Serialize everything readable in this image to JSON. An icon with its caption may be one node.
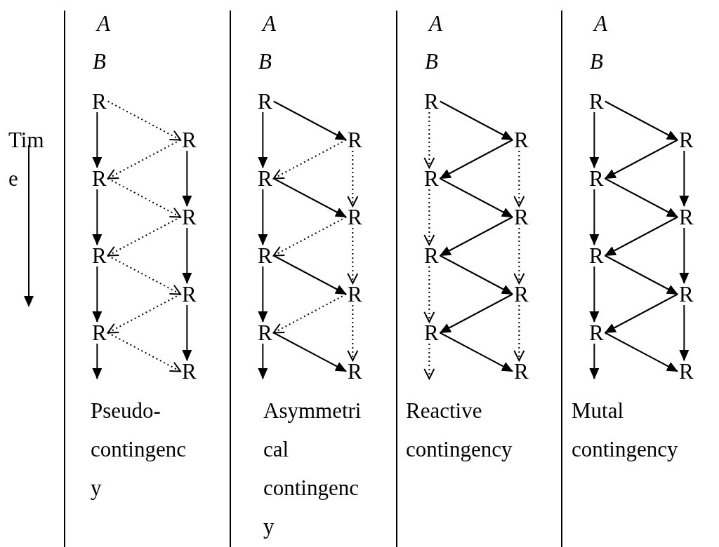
{
  "diagram": {
    "nodes": [
      {
        "text": [
          "R"
        ]
      },
      {
        "text": [
          "R"
        ]
      },
      {
        "text": [
          "R"
        ]
      },
      {
        "text": [
          "R"
        ]
      },
      {
        "text": [
          "R"
        ]
      },
      {
        "text": [
          "R"
        ]
      },
      {
        "text": [
          "R"
        ]
      },
      {
        "text": [
          "R"
        ]
      },
      {
        "text": [
          "R"
        ]
      },
      {
        "text": [
          "R"
        ]
      },
      {
        "text": [
          "R"
        ]
      },
      {
        "text": [
          "R"
        ]
      },
      {
        "text": [
          "R"
        ]
      },
      {
        "text": [
          "R"
        ]
      },
      {
        "text": [
          "R"
        ]
      },
      {
        "text": [
          "R"
        ]
      },
      {
        "text": [
          "R"
        ]
      },
      {
        "text": [
          "R"
        ]
      },
      {
        "text": [
          "R"
        ]
      },
      {
        "text": [
          "R"
        ]
      },
      {
        "text": [
          "R"
        ]
      },
      {
        "text": [
          "R"
        ]
      },
      {
        "text": [
          "R"
        ]
      },
      {
        "text": [
          "R"
        ]
      },
      {
        "text": [
          "R"
        ]
      },
      {
        "text": [
          "R"
        ]
      },
      {
        "text": [
          "R"
        ]
      },
      {
        "text": [
          "R"
        ]
      },
      {
        "text": [
          "R"
        ]
      },
      {
        "text": [
          "R"
        ]
      },
      {
        "text": [
          "R"
        ]
      },
      {
        "text": [
          "R"
        ]
      }
    ],
    "edges": [
      {
        "from": 0,
        "to": 2,
        "arrow": "to"
      },
      {
        "from": 2,
        "to": 4,
        "arrow": "to"
      },
      {
        "from": 4,
        "to": 6,
        "arrow": "to"
      },
      {
        "from": 6,
        "to": null,
        "arrow": "to"
      },
      {
        "from": 1,
        "to": 3,
        "arrow": "to"
      },
      {
        "from": 3,
        "to": 5,
        "arrow": "to"
      },
      {
        "from": 5,
        "to": 7,
        "arrow": "to"
      },
      {
        "from": 0,
        "to": 1,
        "arrow": "to",
        "style": "dashed"
      },
      {
        "from": 1,
        "to": 2,
        "arrow": "to",
        "style": "dashed"
      },
      {
        "from": 2,
        "to": 3,
        "arrow": "to",
        "style": "dashed"
      },
      {
        "from": 3,
        "to": 4,
        "arrow": "to",
        "style": "dashed"
      },
      {
        "from": 4,
        "to": 5,
        "arrow": "to",
        "style": "dashed"
      },
      {
        "from": 5,
        "to": 6,
        "arrow": "to",
        "style": "dashed"
      },
      {
        "from": 6,
        "to": 7,
        "arrow": "to",
        "style": "dashed"
      },
      {
        "from": 8,
        "to": 10,
        "arrow": "to"
      },
      {
        "from": 10,
        "to": 12,
        "arrow": "to"
      },
      {
        "from": 12,
        "to": 14,
        "arrow": "to"
      },
      {
        "from": 14,
        "to": null,
        "arrow": "to"
      },
      {
        "from": 9,
        "to": 11,
        "arrow": "to",
        "style": "dashed"
      },
      {
        "from": 11,
        "to": 13,
        "arrow": "to",
        "style": "dashed"
      },
      {
        "from": 13,
        "to": 15,
        "arrow": "to",
        "style": "dashed"
      },
      {
        "from": 8,
        "to": 9,
        "arrow": "to"
      },
      {
        "from": 9,
        "to": 10,
        "arrow": "to",
        "style": "dashed"
      },
      {
        "from": 10,
        "to": 11,
        "arrow": "to"
      },
      {
        "from": 11,
        "to": 12,
        "arrow": "to",
        "style": "dashed"
      },
      {
        "from": 12,
        "to": 13,
        "arrow": "to"
      },
      {
        "from": 13,
        "to": 14,
        "arrow": "to",
        "style": "dashed"
      },
      {
        "from": 14,
        "to": 15,
        "arrow": "to"
      },
      {
        "from": 16,
        "to": 18,
        "arrow": "to",
        "style": "dashed"
      },
      {
        "from": 18,
        "to": 20,
        "arrow": "to",
        "style": "dashed"
      },
      {
        "from": 20,
        "to": 22,
        "arrow": "to",
        "style": "dashed"
      },
      {
        "from": 22,
        "to": null,
        "arrow": "to",
        "style": "dashed"
      },
      {
        "from": 17,
        "to": 19,
        "arrow": "to",
        "style": "dashed"
      },
      {
        "from": 19,
        "to": 21,
        "arrow": "to",
        "style": "dashed"
      },
      {
        "from": 21,
        "to": 23,
        "arrow": "to",
        "style": "dashed"
      },
      {
        "from": 16,
        "to": 17,
        "arrow": "to"
      },
      {
        "from": 17,
        "to": 18,
        "arrow": "to"
      },
      {
        "from": 18,
        "to": 19,
        "arrow": "to"
      },
      {
        "from": 19,
        "to": 20,
        "arrow": "to"
      },
      {
        "from": 20,
        "to": 21,
        "arrow": "to"
      },
      {
        "from": 21,
        "to": 22,
        "arrow": "to"
      },
      {
        "from": 22,
        "to": 23,
        "arrow": "to"
      },
      {
        "from": 24,
        "to": 26,
        "arrow": "to"
      },
      {
        "from": 26,
        "to": 28,
        "arrow": "to"
      },
      {
        "from": 28,
        "to": 30,
        "arrow": "to"
      },
      {
        "from": 30,
        "to": null,
        "arrow": "to"
      },
      {
        "from": 25,
        "to": 27,
        "arrow": "to"
      },
      {
        "from": 27,
        "to": 29,
        "arrow": "to"
      },
      {
        "from": 29,
        "to": 31,
        "arrow": "to"
      },
      {
        "from": 24,
        "to": 25,
        "arrow": "to"
      },
      {
        "from": 25,
        "to": 26,
        "arrow": "to"
      },
      {
        "from": 26,
        "to": 27,
        "arrow": "to"
      },
      {
        "from": 27,
        "to": 28,
        "arrow": "to"
      },
      {
        "from": 28,
        "to": 29,
        "arrow": "to"
      },
      {
        "from": 29,
        "to": 30,
        "arrow": "to"
      },
      {
        "from": 30,
        "to": 31,
        "arrow": "to"
      }
    ],
    "labels": [
      "Time",
      "A",
      "B",
      "A",
      "B",
      "A",
      "B",
      "A",
      "B",
      "Pseudo-contingency",
      "Asymmetrical contingency",
      "Reactive contingency",
      "Mutal contingency"
    ]
  }
}
